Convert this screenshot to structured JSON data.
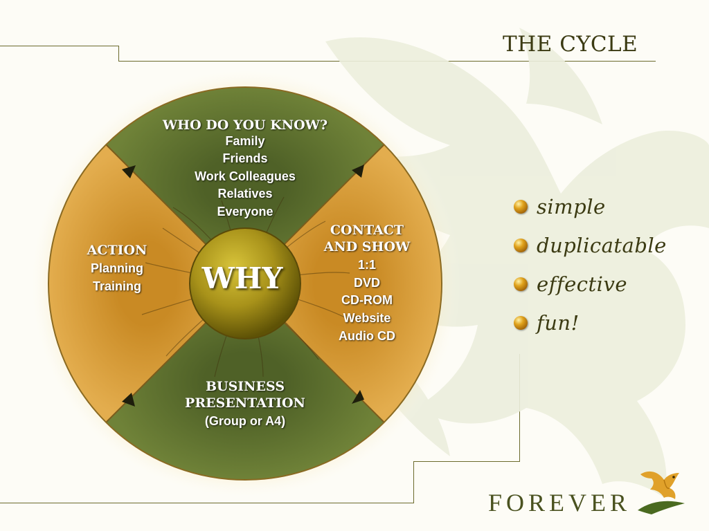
{
  "slide": {
    "title": "THE CYCLE"
  },
  "cycle": {
    "center": {
      "label": "WHY"
    },
    "sections": [
      {
        "id": "who",
        "title": [
          "WHO DO YOU KNOW?"
        ],
        "items": [
          "Family",
          "Friends",
          "Work Colleagues",
          "Relatives",
          "Everyone"
        ]
      },
      {
        "id": "contact",
        "title": [
          "CONTACT",
          "AND SHOW"
        ],
        "items": [
          "1:1",
          "DVD",
          "CD-ROM",
          "Website",
          "Audio CD"
        ]
      },
      {
        "id": "business",
        "title": [
          "BUSINESS",
          "PRESENTATION"
        ],
        "items": [
          "(Group or A4)"
        ]
      },
      {
        "id": "action",
        "title": [
          "ACTION"
        ],
        "items": [
          "Planning",
          "Training"
        ]
      }
    ]
  },
  "attributes": [
    "simple",
    "duplicatable",
    "effective",
    "fun!"
  ],
  "brand": {
    "wordmark": "FOREVER"
  },
  "colors": {
    "olive": "#5f7330",
    "amber": "#d9a13a",
    "center_gold": "#b8a012",
    "line": "#6b6a2c",
    "text_dark": "#3b3a12"
  }
}
